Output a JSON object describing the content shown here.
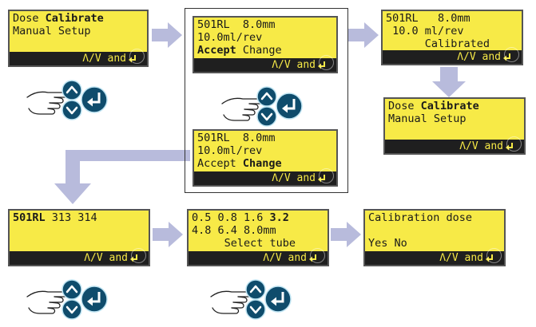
{
  "nav_hint": "Λ/V and",
  "screens": [
    {
      "id": "s1",
      "lines": [
        [
          {
            "t": "Dose "
          },
          {
            "t": "Calibrate",
            "b": true
          }
        ],
        [
          {
            "t": "Manual Setup"
          }
        ]
      ]
    },
    {
      "id": "s2",
      "lines": [
        [
          {
            "t": "501RL  8.0mm"
          }
        ],
        [
          {
            "t": "10.0ml/rev"
          }
        ],
        [
          {
            "t": "Accept",
            "b": true
          },
          {
            "t": " Change"
          }
        ]
      ]
    },
    {
      "id": "s3",
      "lines": [
        [
          {
            "t": "501RL   8.0mm"
          }
        ],
        [
          {
            "t": " 10.0 ml/rev"
          }
        ],
        [
          {
            "t": "      Calibrated"
          }
        ]
      ]
    },
    {
      "id": "s4",
      "lines": [
        [
          {
            "t": "Dose "
          },
          {
            "t": "Calibrate",
            "b": true
          }
        ],
        [
          {
            "t": "Manual Setup"
          }
        ]
      ]
    },
    {
      "id": "s5",
      "lines": [
        [
          {
            "t": "501RL  8.0mm"
          }
        ],
        [
          {
            "t": "10.0ml/rev"
          }
        ],
        [
          {
            "t": "Accept "
          },
          {
            "t": "Change",
            "b": true
          }
        ]
      ]
    },
    {
      "id": "s6",
      "lines": [
        [
          {
            "t": "501RL",
            "b": true
          },
          {
            "t": " 313 314"
          }
        ]
      ]
    },
    {
      "id": "s7",
      "lines": [
        [
          {
            "t": "0.5 0.8 1.6 "
          },
          {
            "t": "3.2",
            "b": true
          }
        ],
        [
          {
            "t": "4.8 6.4 8.0mm"
          }
        ],
        [
          {
            "t": "     Select tube"
          }
        ]
      ]
    },
    {
      "id": "s8",
      "lines": [
        [
          {
            "t": "Calibration dose"
          }
        ],
        [
          {
            "t": ""
          }
        ],
        [
          {
            "t": "Yes No"
          }
        ]
      ]
    }
  ],
  "icons": {
    "up": "up-arrow-icon",
    "enter": "enter-icon",
    "hand": "pointing-hand-icon"
  },
  "colors": {
    "lcd": "#f7ea47",
    "bar": "#1f1f1f",
    "arrow": "#b8bbdc",
    "button": "#0f4c6c"
  }
}
